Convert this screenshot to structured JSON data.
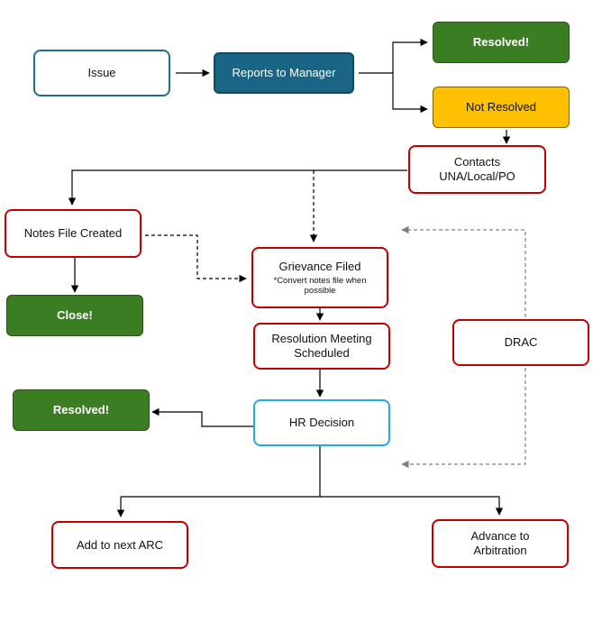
{
  "nodes": {
    "issue": "Issue",
    "reports_to_manager": "Reports to Manager",
    "resolved_top": "Resolved!",
    "not_resolved": "Not Resolved",
    "contacts": "Contacts UNA/Local/PO",
    "notes_file_created": "Notes File Created",
    "close": "Close!",
    "grievance_filed": "Grievance Filed",
    "grievance_note": "*Convert notes file when possible",
    "resolution_meeting": "Resolution Meeting Scheduled",
    "drac": "DRAC",
    "hr_decision": "HR Decision",
    "resolved_left": "Resolved!",
    "add_to_next_arc": "Add to next ARC",
    "advance_to_arbitration": "Advance to Arbitration"
  },
  "colors": {
    "green": "#3a7d22",
    "navy": "#1a6585",
    "yellow": "#ffc000",
    "red_border": "#c00000",
    "teal_border": "#1f6e8c",
    "sky_border": "#26a8e0",
    "dashed_gray": "#808080"
  }
}
